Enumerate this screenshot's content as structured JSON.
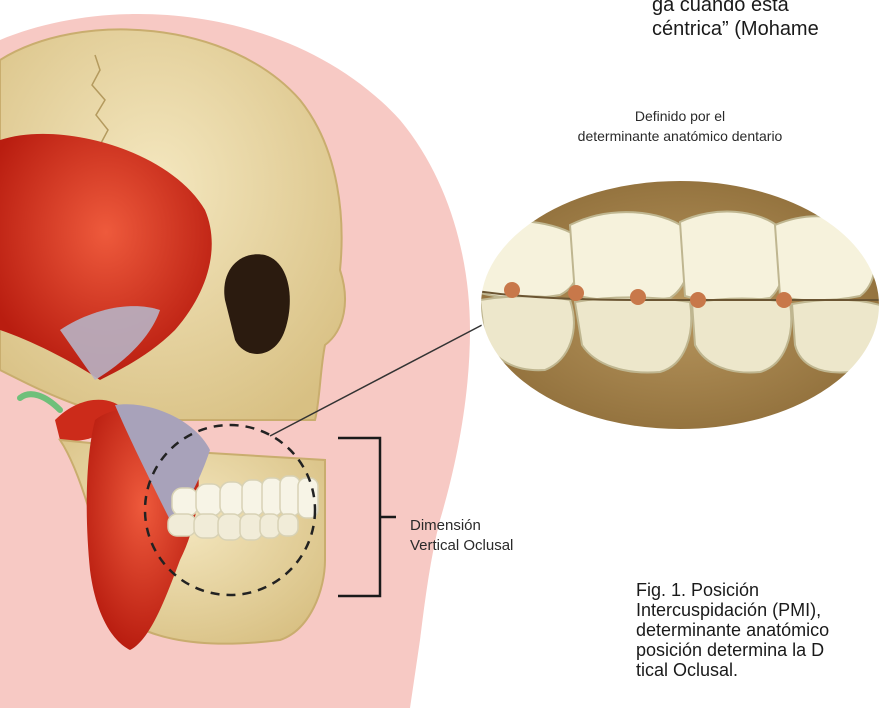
{
  "top_text": {
    "line1": "ga cuando esta",
    "line2": "céntrica” (Mohame"
  },
  "zoom_label": {
    "line1": "Definido por el",
    "line2": "determinante anatómico dentario"
  },
  "dimension_label": {
    "line1": "Dimensión",
    "line2": "Vertical Oclusal"
  },
  "caption": {
    "line1": "Fig.   1.   Posición",
    "line2": "Intercuspidación (PMI),",
    "line3": "determinante anatómico",
    "line4": "posición determina la D",
    "line5": "tical Oclusal."
  },
  "colors": {
    "skin": "#f7c9c4",
    "bone": "#ead8a0",
    "muscle": "#d8321f",
    "tendon": "#9c97ad",
    "teeth": "#f7f4e6",
    "contact_point": "#c8784a"
  }
}
